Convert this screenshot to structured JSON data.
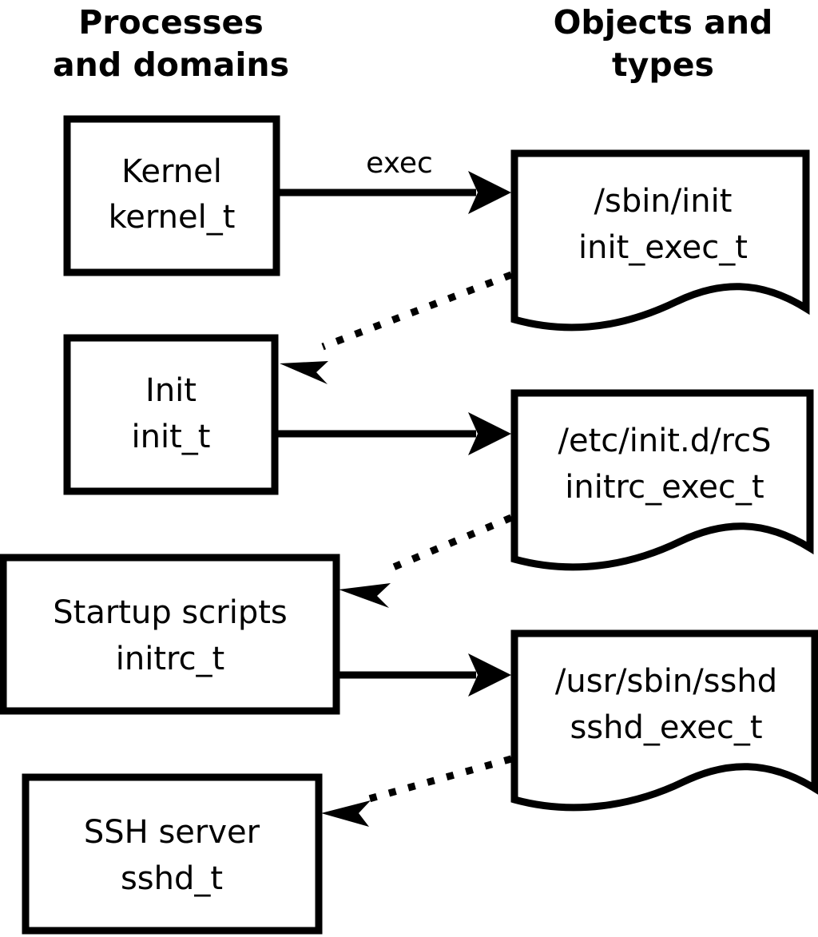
{
  "diagram": {
    "title_left": "Processes\nand domains",
    "title_left_line1": "Processes",
    "title_left_line2": "and domains",
    "title_right_line1": "Objects and",
    "title_right_line2": "types",
    "background_color": "#ffffff",
    "stroke_color": "#000000"
  },
  "processes": [
    {
      "id": "kernel",
      "line1": "Kernel",
      "line2": "kernel_t"
    },
    {
      "id": "init",
      "line1": "Init",
      "line2": "init_t"
    },
    {
      "id": "startup-scripts",
      "line1": "Startup scripts",
      "line2": "initrc_t"
    },
    {
      "id": "ssh-server",
      "line1": "SSH server",
      "line2": "sshd_t"
    }
  ],
  "objects": [
    {
      "id": "sbin-init",
      "line1": "/sbin/init",
      "line2": "init_exec_t"
    },
    {
      "id": "etc-initd-rcs",
      "line1": "/etc/init.d/rcS",
      "line2": "initrc_exec_t"
    },
    {
      "id": "usr-sbin-sshd",
      "line1": "/usr/sbin/sshd",
      "line2": "sshd_exec_t"
    }
  ],
  "edges": [
    {
      "id": "kernel-exec-sbin-init",
      "from": "kernel",
      "to": "sbin-init",
      "label": "exec",
      "style": "solid"
    },
    {
      "id": "sbin-init-transition-init",
      "from": "sbin-init",
      "to": "init",
      "label": "",
      "style": "dotted"
    },
    {
      "id": "init-exec-rcs",
      "from": "init",
      "to": "etc-initd-rcs",
      "label": "",
      "style": "solid"
    },
    {
      "id": "rcs-transition-initrc",
      "from": "etc-initd-rcs",
      "to": "startup-scripts",
      "label": "",
      "style": "dotted"
    },
    {
      "id": "initrc-exec-sshd",
      "from": "startup-scripts",
      "to": "usr-sbin-sshd",
      "label": "",
      "style": "solid"
    },
    {
      "id": "sshd-exec-transition-sshd",
      "from": "usr-sbin-sshd",
      "to": "ssh-server",
      "label": "",
      "style": "dotted"
    }
  ]
}
